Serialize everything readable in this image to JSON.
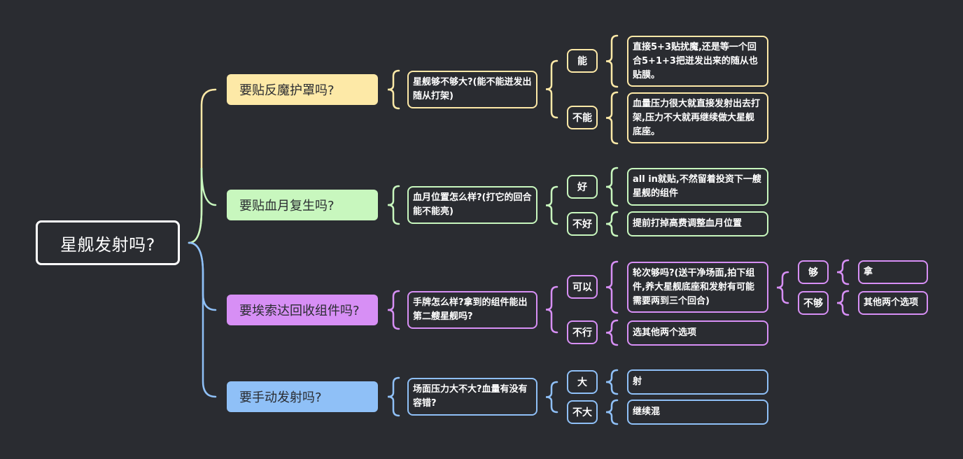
{
  "colors": {
    "background": "#2a2c31",
    "root": "#ffffff",
    "branch1": "#fde9a7",
    "branch2": "#c8f7be",
    "branch3": "#d78ff5",
    "branch4": "#8fc0f7"
  },
  "root": "星舰发射吗?",
  "branches": [
    {
      "label": "要贴反魔护罩吗?",
      "question": "星舰够不够大?(能不能迸发出随从打架)",
      "answers": [
        {
          "label": "能",
          "result": "直接5+3贴扰魔,还是等一个回合5+1+3把迸发出来的随从也贴膜。"
        },
        {
          "label": "不能",
          "result": "血量压力很大就直接发射出去打架,压力不大就再继续做大星舰底座。"
        }
      ]
    },
    {
      "label": "要贴血月复生吗?",
      "question": "血月位置怎么样?(打它的回合能不能亮)",
      "answers": [
        {
          "label": "好",
          "result": "all in就贴,不然留着投资下一艘星舰的组件"
        },
        {
          "label": "不好",
          "result": "提前打掉高费调整血月位置"
        }
      ]
    },
    {
      "label": "要埃索达回收组件吗?",
      "question": "手牌怎么样?拿到的组件能出第二艘星舰吗?",
      "answers": [
        {
          "label": "可以",
          "result": "轮次够吗?(送干净场面,拍下组件,养大星舰底座和发射有可能需要两到三个回合)",
          "sub": [
            {
              "label": "够",
              "result": "拿"
            },
            {
              "label": "不够",
              "result": "其他两个选项"
            }
          ]
        },
        {
          "label": "不行",
          "result": "选其他两个选项"
        }
      ]
    },
    {
      "label": "要手动发射吗?",
      "question": "场面压力大不大?血量有没有容错?",
      "answers": [
        {
          "label": "大",
          "result": "射"
        },
        {
          "label": "不大",
          "result": "继续混"
        }
      ]
    }
  ]
}
